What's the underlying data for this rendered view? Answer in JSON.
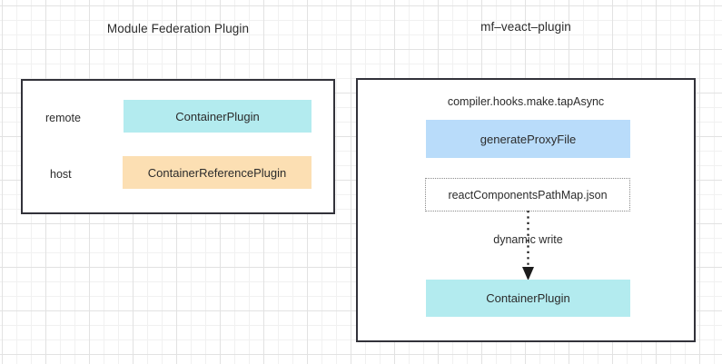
{
  "canvas": {
    "background": "#ffffff",
    "grid_minor_color": "#f1f1f1",
    "grid_major_color": "#e2e2e2"
  },
  "palette": {
    "cyan": "#b3ebef",
    "orange": "#fcdfb3",
    "blue": "#b9dcfa",
    "border": "#32323a",
    "dotted_border": "#8b8b8b",
    "text": "#2b2b2b"
  },
  "left_panel": {
    "title": "Module Federation Plugin",
    "rows": [
      {
        "label": "remote",
        "block": "ContainerPlugin",
        "color": "#b3ebef"
      },
      {
        "label": "host",
        "block": "ContainerReferencePlugin",
        "color": "#fcdfb3"
      }
    ]
  },
  "right_panel": {
    "title": "mf–veact–plugin",
    "hook": "compiler.hooks.make.tapAsync",
    "blocks": [
      {
        "label": "generateProxyFile",
        "color": "#b9dcfa",
        "style": "filled"
      },
      {
        "label": "reactComponentsPathMap.json",
        "style": "dotted"
      },
      {
        "label": "ContainerPlugin",
        "color": "#b3ebef",
        "style": "filled"
      }
    ],
    "edge": {
      "label": "dynamic write",
      "style": "dotted-arrow-down"
    }
  }
}
